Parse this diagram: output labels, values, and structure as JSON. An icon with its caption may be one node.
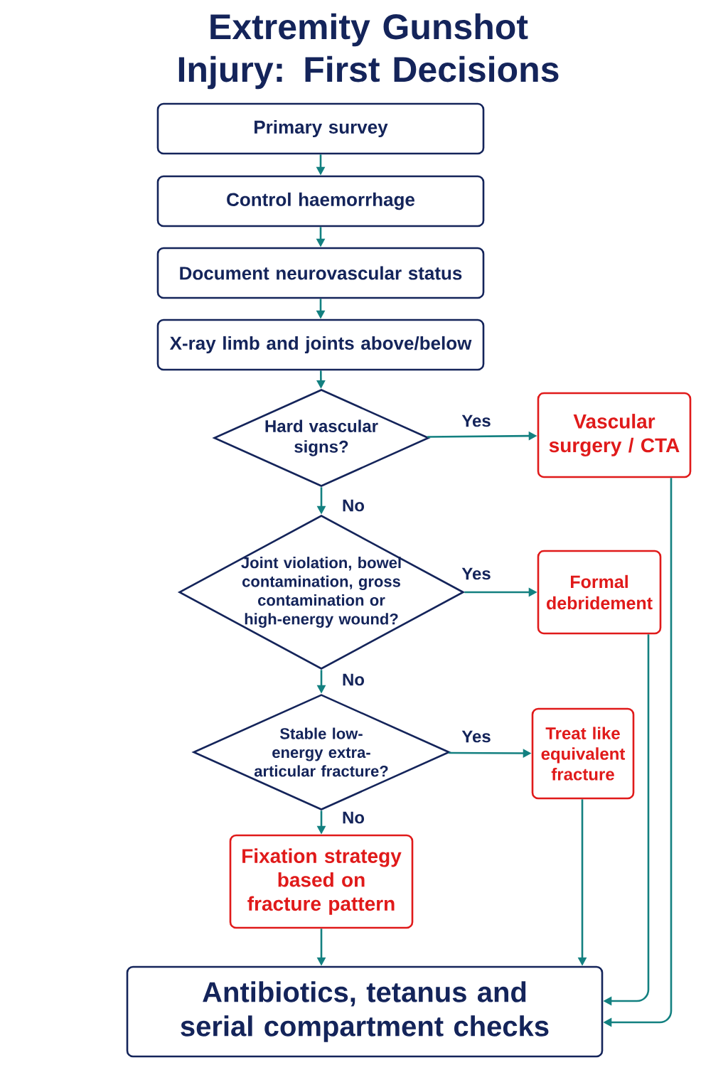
{
  "diagram": {
    "title": "Extremity Gunshot Injury: First Decisions",
    "nodes": [
      {
        "text": [
          "Primary survey"
        ]
      },
      {
        "text": [
          "Control haemorrhage"
        ]
      },
      {
        "text": [
          "Document neurovascular status"
        ]
      },
      {
        "text": [
          "X-ray limb and joints above/below"
        ]
      },
      {
        "text": [
          "Hard vascular signs?"
        ]
      },
      {
        "text": [
          "Vascular surgery / CTA"
        ]
      },
      {
        "text": [
          "Joint violation, bowel contamination, gross contamination or high-energy wound?"
        ]
      },
      {
        "text": [
          "Formal debridement"
        ]
      },
      {
        "text": [
          "Stable low-energy extra-articular fracture?"
        ]
      },
      {
        "text": [
          "Treat like equivalent fracture"
        ]
      },
      {
        "text": [
          "Fixation strategy based on fracture pattern"
        ]
      },
      {
        "text": [
          "Antibiotics, tetanus and serial compartment checks"
        ]
      }
    ],
    "edges": [
      {
        "from": 0,
        "to": 1,
        "arrow": "to"
      },
      {
        "from": 1,
        "to": 2,
        "arrow": "to"
      },
      {
        "from": 2,
        "to": 3,
        "arrow": "to"
      },
      {
        "from": 3,
        "to": 4,
        "arrow": "to"
      },
      {
        "from": 4,
        "to": 5,
        "arrow": "to",
        "label": "Yes"
      },
      {
        "from": 4,
        "to": 6,
        "arrow": "to",
        "label": "No"
      },
      {
        "from": 6,
        "to": 7,
        "arrow": "to",
        "label": "Yes"
      },
      {
        "from": 6,
        "to": 8,
        "arrow": "to",
        "label": "No"
      },
      {
        "from": 8,
        "to": 9,
        "arrow": "to",
        "label": "Yes"
      },
      {
        "from": 8,
        "to": 10,
        "arrow": "to",
        "label": "No"
      },
      {
        "from": 10,
        "to": 11,
        "arrow": "to"
      },
      {
        "from": 9,
        "to": 11,
        "arrow": "to"
      },
      {
        "from": 7,
        "to": 11,
        "arrow": "to"
      },
      {
        "from": 5,
        "to": 11,
        "arrow": "to"
      }
    ]
  }
}
